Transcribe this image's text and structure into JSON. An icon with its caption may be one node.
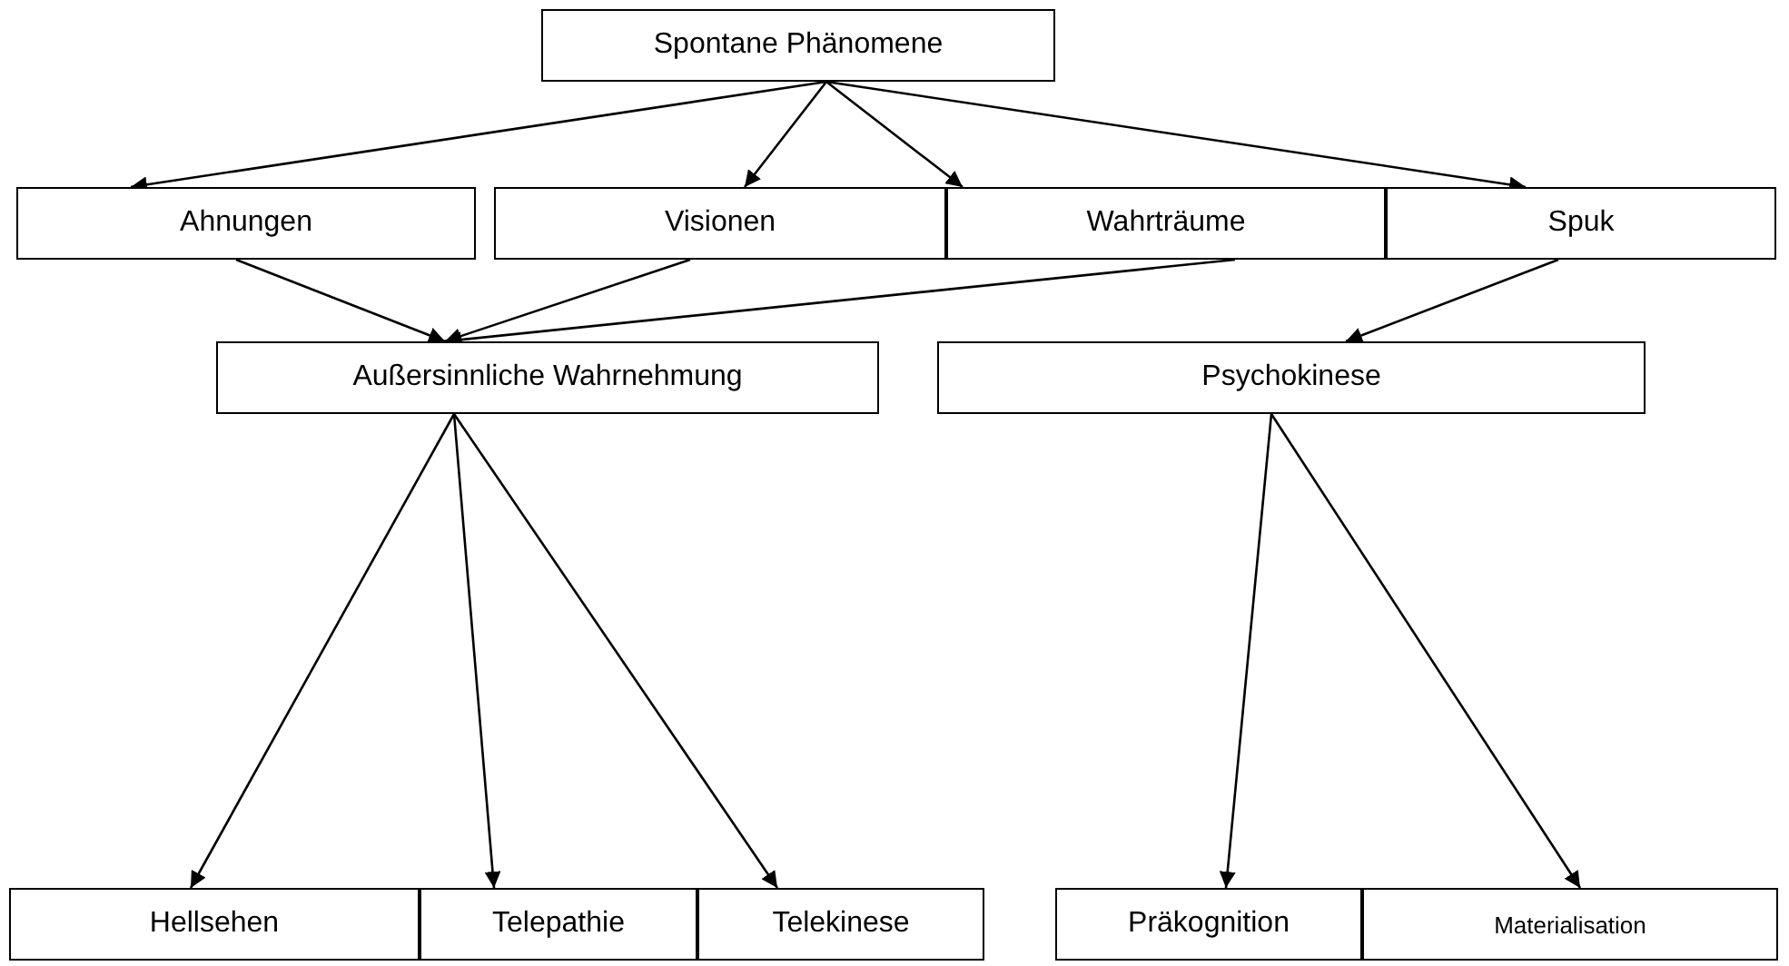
{
  "diagram": {
    "nodes": [
      {
        "text": [
          "Spontane Phänomene"
        ]
      },
      {
        "text": [
          "Ahnungen"
        ]
      },
      {
        "text": [
          "Visionen"
        ]
      },
      {
        "text": [
          "Wahrträume"
        ]
      },
      {
        "text": [
          "Spuk"
        ]
      },
      {
        "text": [
          "Außersinnliche Wahrnehmung"
        ]
      },
      {
        "text": [
          "Psychokinese"
        ]
      },
      {
        "text": [
          "Hellsehen"
        ]
      },
      {
        "text": [
          "Telepathie"
        ]
      },
      {
        "text": [
          "Telekinese"
        ]
      },
      {
        "text": [
          "Präkognition"
        ]
      },
      {
        "text": [
          "Materialisation"
        ]
      }
    ],
    "edges": [
      {
        "from": 0,
        "to": 1,
        "arrow": "to"
      },
      {
        "from": 0,
        "to": 2,
        "arrow": "to"
      },
      {
        "from": 0,
        "to": 3,
        "arrow": "to"
      },
      {
        "from": 0,
        "to": 4,
        "arrow": "to"
      },
      {
        "from": 1,
        "to": 5,
        "arrow": "to"
      },
      {
        "from": 2,
        "to": 5,
        "arrow": "to"
      },
      {
        "from": 3,
        "to": 5,
        "arrow": "to"
      },
      {
        "from": 4,
        "to": 6,
        "arrow": "to"
      },
      {
        "from": 5,
        "to": 7,
        "arrow": "to"
      },
      {
        "from": 5,
        "to": 8,
        "arrow": "to"
      },
      {
        "from": 5,
        "to": 9,
        "arrow": "to"
      },
      {
        "from": 6,
        "to": 10,
        "arrow": "to"
      },
      {
        "from": 6,
        "to": 11,
        "arrow": "to"
      }
    ]
  }
}
